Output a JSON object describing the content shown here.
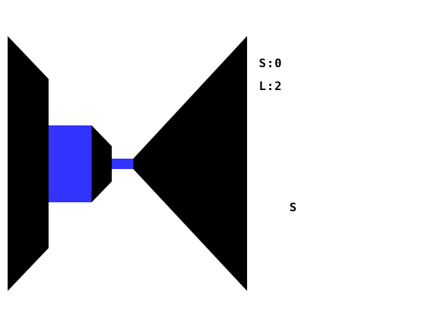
{
  "hud": {
    "score_text": "S:0",
    "lives_text": "L:2",
    "compass_text": "S"
  },
  "maze": {
    "wall_color": "#000000",
    "side_passage_color": "#3333ff",
    "floor_color": "#ffffff"
  }
}
